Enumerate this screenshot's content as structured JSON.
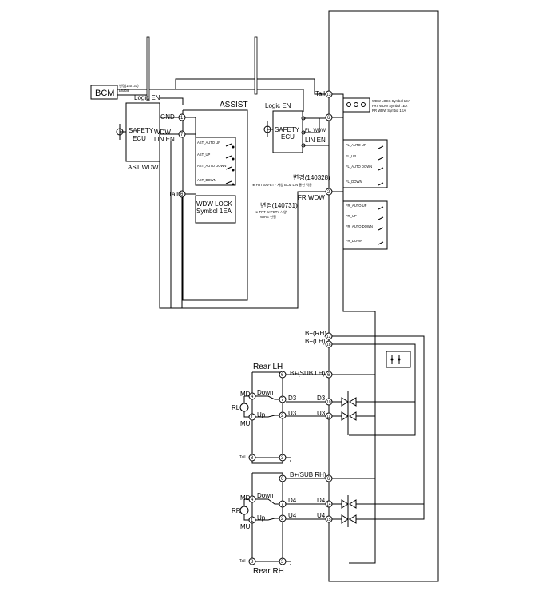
{
  "bcm": {
    "label": "BCM",
    "note1": "변경(140731)",
    "note2": "Enable"
  },
  "assist": {
    "title": "ASSIST",
    "ecu_label1": "SAFETY",
    "ecu_label2": "ECU",
    "ast_wdw": "AST WDW",
    "logic_en": "Logic EN",
    "gnd": "GND",
    "wdw": "WDW",
    "lin_en": "LIN EN",
    "tail": "Tail",
    "pin_gnd": "1",
    "pin_wdw": "7",
    "pin_tail": "6",
    "switches": [
      "AST_AUTO UP",
      "AST_UP",
      "AST_AUTO DOWN",
      "AST_DOWN"
    ],
    "lock_label1": "WDW LOCK",
    "lock_label2": "Symbol 1EA"
  },
  "driver": {
    "ecu_label1": "SAFETY",
    "ecu_label2": "ECU",
    "logic_en": "Logic EN",
    "fl_wdw": "FL_WDW",
    "lin_en": "LIN EN",
    "fr_wdw": "FR WDW",
    "tail": "Tail",
    "pin_tail": "13",
    "pin_fl": "6",
    "pin_fr": "2",
    "symbols": [
      "WDW LOCK Symbol 1EA",
      "FRT WDW Symbol 1EA",
      "RR WDW Symbol 1EA"
    ],
    "fl_switches": [
      "FL_AUTO UP",
      "FL_UP",
      "FL_AUTO DOWN",
      "FL_DOWN"
    ],
    "fr_switches": [
      "FR_AUTO UP",
      "FR_UP",
      "FR_AUTO DOWN",
      "FR_DOWN"
    ],
    "note_a1": "변경(140328)",
    "note_a2": "※ FRT SAFETY 사양 BCM LIN 통신 적용",
    "note_b1": "변경(140731)",
    "note_b2": "※ FRT SAFETY 사양",
    "note_b3": "WIRE 연결"
  },
  "power": {
    "b_rh": "B+(RH)",
    "b_lh": "B+(LH)",
    "pin_rh": "12",
    "pin_lh": "18"
  },
  "rear_lh": {
    "title": "Rear LH",
    "bsub": "B+(SUB LH)",
    "pin_bsub": "6",
    "md": "MD",
    "mu": "MU",
    "motor": "RL",
    "down": "Down",
    "up": "Up",
    "pin_md": "4",
    "pin_mu": "1",
    "pin_down": "7",
    "pin_up": "2",
    "d_label": "D3",
    "u_label": "U3",
    "d_label2": "D3",
    "u_label2": "U3",
    "pin_d_main": "10",
    "pin_u_main": "11",
    "tail": "Tail",
    "pin_tail": "8",
    "pin_gnd": "3"
  },
  "rear_rh": {
    "title": "Rear RH",
    "bsub": "B+(SUB RH)",
    "pin_bsub": "6",
    "md": "MD",
    "mu": "MU",
    "motor": "RR",
    "down": "Down",
    "up": "Up",
    "pin_md": "4",
    "pin_mu": "1",
    "pin_down": "7",
    "pin_up": "2",
    "d_label": "D4",
    "u_label": "U4",
    "d_label2": "D4",
    "u_label2": "U4",
    "pin_d_main": "14",
    "pin_u_main": "15",
    "tail": "Tail",
    "pin_tail": "8",
    "pin_gnd": "3"
  }
}
